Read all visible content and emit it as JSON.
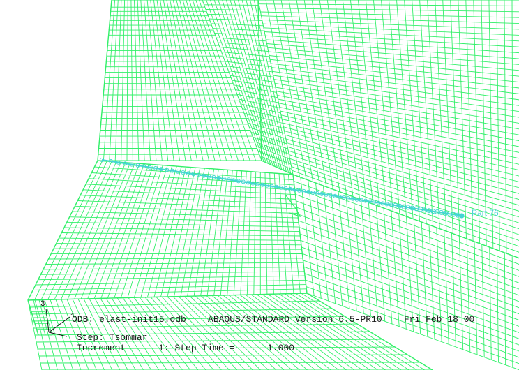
{
  "viewport": {
    "name": "Abaqus/Viewer viewport",
    "mesh_color": "#33f06a",
    "path_color": "#44d6d2",
    "background": "#ffffff"
  },
  "path": {
    "end_label": "Part 76"
  },
  "triad": {
    "axis_3": "3",
    "axis_1": "1"
  },
  "info": {
    "odb_line": "ODB: elast-init15.odb    ABAQUS/STANDARD Version 6.5-PR10    Fri Feb 18 00",
    "step_line": "Step: Tsommar",
    "increment_line": "Increment      1: Step Time =      1.000"
  }
}
